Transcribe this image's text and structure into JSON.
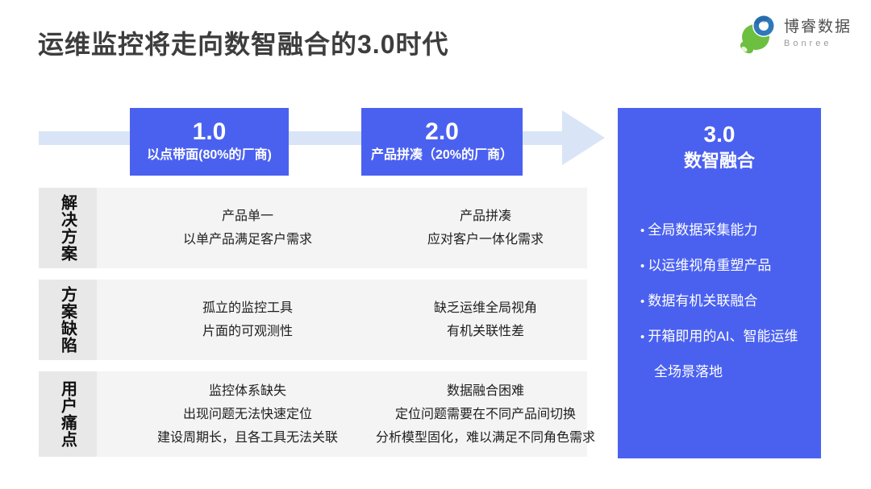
{
  "title": "运维监控将走向数智融合的3.0时代",
  "logo": {
    "name": "博睿数据",
    "subtitle": "Bonree"
  },
  "timeline": {
    "stages": [
      {
        "version": "1.0",
        "label": "以点带面(80%的厂商)"
      },
      {
        "version": "2.0",
        "label": "产品拼凑（20%的厂商）"
      }
    ]
  },
  "stage3": {
    "version": "3.0",
    "label": "数智融合",
    "bullets": [
      "全局数据采集能力",
      "以运维视角重塑产品",
      "数据有机关联融合",
      "开箱即用的AI、智能运维全场景落地"
    ]
  },
  "rows": [
    {
      "label": "解决方案",
      "col1": [
        "产品单一",
        "以单产品满足客户需求"
      ],
      "col2": [
        "产品拼凑",
        "应对客户一体化需求"
      ]
    },
    {
      "label": "方案缺陷",
      "col1": [
        "孤立的监控工具",
        "片面的可观测性"
      ],
      "col2": [
        "缺乏运维全局视角",
        "有机关联性差"
      ]
    },
    {
      "label": "用户痛点",
      "col1": [
        "监控体系缺失",
        "出现问题无法快速定位",
        "建设周期长，且各工具无法关联"
      ],
      "col2": [
        "数据融合困难",
        "定位问题需要在不同产品间切换",
        "分析模型固化，难以满足不同角色需求"
      ]
    }
  ],
  "colors": {
    "accent_blue": "#4a61f0",
    "arrow_light_blue": "#d9e4f7",
    "row_background": "#f4f4f5",
    "row_label_background": "#e8e8e9",
    "title_text": "#3d3d3d",
    "logo_green": "#6cbf3f",
    "logo_blue": "#2f79b8"
  }
}
